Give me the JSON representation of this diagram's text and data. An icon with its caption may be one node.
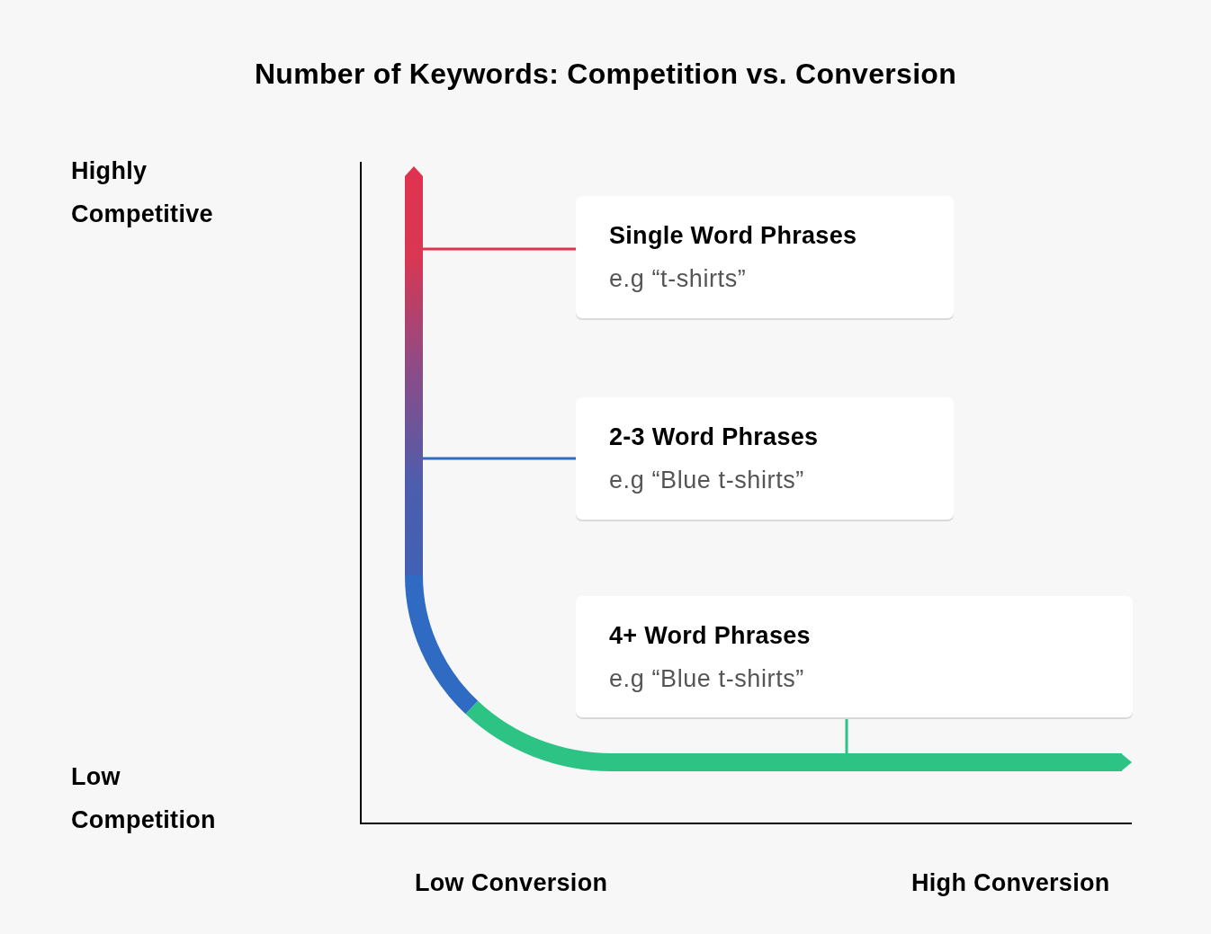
{
  "diagram": {
    "title": "Number of Keywords: Competition vs. Conversion",
    "nodes": [
      {
        "text": [
          "Single Word Phrases",
          "e.g “t-shirts”"
        ]
      },
      {
        "text": [
          "2-3 Word Phrases",
          "e.g “Blue t-shirts”"
        ]
      },
      {
        "text": [
          "4+ Word Phrases",
          "e.g “Blue t-shirts”"
        ]
      }
    ],
    "edges": [
      {
        "from": 0,
        "to": null,
        "arrow": "none",
        "color": "#dd3450"
      },
      {
        "from": 1,
        "to": null,
        "arrow": "none",
        "color": "#2f6bc3"
      },
      {
        "from": 2,
        "to": null,
        "arrow": "none",
        "color": "#2dc385"
      }
    ],
    "labels": [
      "Highly Competitive",
      "Low Competition",
      "Low Conversion",
      "High Conversion"
    ]
  }
}
